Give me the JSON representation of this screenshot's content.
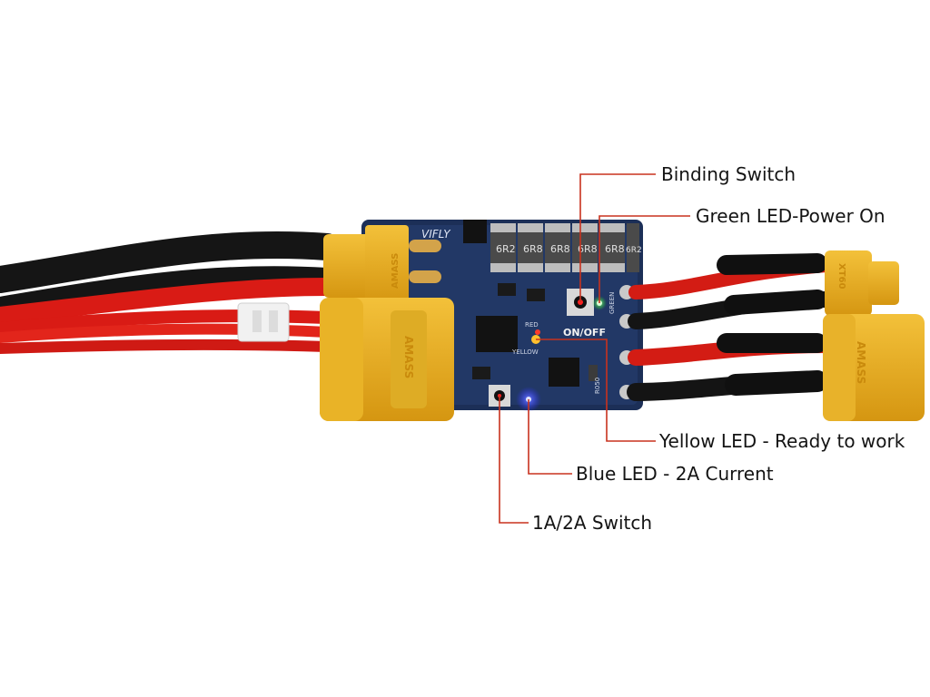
{
  "board": {
    "brand": "VIFLY",
    "resistors": [
      "6R2",
      "6R8",
      "6R8",
      "6R8",
      "6R8",
      "6R2"
    ],
    "switch_label": "ON/OFF",
    "led_labels": {
      "red": "RED",
      "yellow": "YELLOW",
      "green": "GREEN"
    },
    "small_part": "R050"
  },
  "connectors": {
    "brand": "AMASS",
    "model": "XT60"
  },
  "colors": {
    "pcb": "#1c2f57",
    "connector": "#e8ae1c",
    "wire_red": "#dd1c16",
    "wire_black": "#161616",
    "callout_line": "#c8321e"
  },
  "callouts": {
    "binding_switch": "Binding Switch",
    "green_led": "Green LED-Power On",
    "yellow_led": "Yellow LED - Ready to work",
    "blue_led": "Blue LED - 2A Current",
    "current_switch": "1A/2A Switch"
  }
}
